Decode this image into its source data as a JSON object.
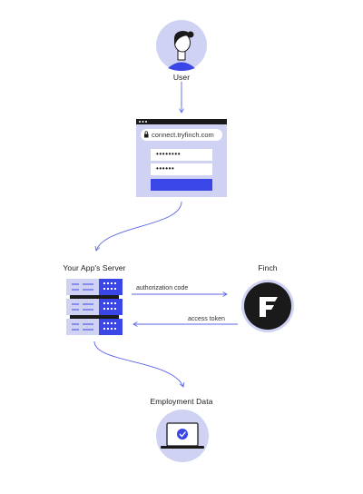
{
  "nodes": {
    "user": {
      "label": "User"
    },
    "login": {
      "url": "connect.tryfinch.com",
      "password_1": "••••••••",
      "password_2": "••••••"
    },
    "server": {
      "label": "Your App's Server"
    },
    "finch": {
      "label": "Finch"
    },
    "employment": {
      "label": "Employment Data"
    }
  },
  "edges": {
    "authorization": {
      "label": "authorization code"
    },
    "access": {
      "label": "access token"
    }
  },
  "colors": {
    "accent": "#3b46e6",
    "lavender": "#cfd2f3",
    "dark": "#1a1a1a",
    "line": "#5b63e6"
  },
  "icons": [
    "user-avatar-icon",
    "lock-icon",
    "server-icon",
    "finch-logo-icon",
    "laptop-check-icon"
  ]
}
